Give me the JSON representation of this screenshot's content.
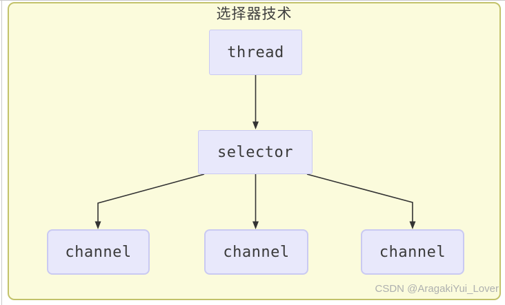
{
  "diagram": {
    "title": "选择器技术",
    "nodes": [
      {
        "id": "thread",
        "label": "thread"
      },
      {
        "id": "selector",
        "label": "selector"
      },
      {
        "id": "channel-1",
        "label": "channel"
      },
      {
        "id": "channel-2",
        "label": "channel"
      },
      {
        "id": "channel-3",
        "label": "channel"
      }
    ],
    "edges": [
      {
        "from": "thread",
        "to": "selector"
      },
      {
        "from": "selector",
        "to": "channel-1"
      },
      {
        "from": "selector",
        "to": "channel-2"
      },
      {
        "from": "selector",
        "to": "channel-3"
      }
    ]
  },
  "watermark": {
    "text": "CSDN @AragakiYui_Lover"
  },
  "colors": {
    "page-bg": "#ffffff",
    "container-bg": "#fbfbdc",
    "container-border": "#c2c26a",
    "node-bg": "#e8e8fb",
    "node-border": "#c9c9f2",
    "node-text": "#3a3a3a",
    "title-text": "#3f3f3f",
    "arrow": "#333333",
    "watermark-text": "#aeb0af",
    "edge-line": "#c9c9c9"
  }
}
